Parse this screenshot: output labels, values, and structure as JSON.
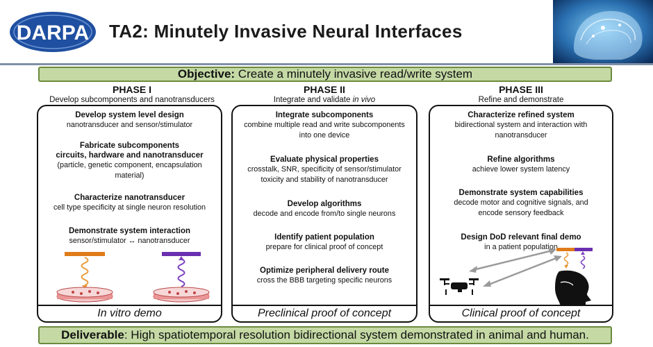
{
  "header": {
    "logo_text": "DARPA",
    "title": "TA2: Minutely Invasive Neural Interfaces"
  },
  "objective": {
    "label": "Objective:",
    "text": " Create a minutely invasive read/write system"
  },
  "phases": [
    {
      "title": "PHASE I",
      "subtitle": "Develop subcomponents and nanotransducers",
      "steps": [
        {
          "title": "Develop system level design",
          "desc": "nanotransducer and sensor/stimulator"
        },
        {
          "title": "Fabricate subcomponents",
          "title2": "circuits, hardware and nanotransducer",
          "desc": "(particle, genetic component, encapsulation",
          "desc2": "material)"
        },
        {
          "title": "Characterize nanotransducer",
          "desc": "cell type specificity at single neuron resolution"
        },
        {
          "title": "Demonstrate system interaction",
          "desc": "sensor/stimulator ↔ nanotransducer"
        }
      ],
      "footer": "In vitro demo"
    },
    {
      "title": "PHASE II",
      "subtitle_plain": "Integrate and validate ",
      "subtitle_italic": "in vivo",
      "steps": [
        {
          "title": "Integrate subcomponents",
          "desc": "combine multiple read and write subcomponents",
          "desc2": "into one device"
        },
        {
          "title": "Evaluate physical properties",
          "desc": "crosstalk, SNR, specificity of sensor/stimulator",
          "desc2": "toxicity and stability of nanotransducer"
        },
        {
          "title": "Develop algorithms",
          "desc": "decode and encode from/to single neurons"
        },
        {
          "title": "Identify patient population",
          "desc": "prepare for clinical proof of concept"
        },
        {
          "title": "Optimize peripheral delivery route",
          "desc": "cross the BBB targeting specific neurons"
        }
      ],
      "footer": "Preclinical proof of concept"
    },
    {
      "title": "PHASE III",
      "subtitle": "Refine and demonstrate",
      "steps": [
        {
          "title": "Characterize refined system",
          "desc": "bidirectional system and interaction with",
          "desc2": "nanotransducer"
        },
        {
          "title": "Refine algorithms",
          "desc": "achieve lower system latency"
        },
        {
          "title": "Demonstrate system capabilities",
          "desc": "decode motor and cognitive signals, and",
          "desc2": "encode sensory feedback"
        },
        {
          "title": "Design DoD relevant final demo",
          "desc": "in a patient population"
        }
      ],
      "footer": "Clinical proof of concept"
    }
  ],
  "deliverable": {
    "label": "Deliverable",
    "text": ": High spatiotemporal resolution bidirectional system demonstrated in animal and human."
  },
  "colors": {
    "banner_fill": "#c4d9a4",
    "banner_border": "#6b8a3c",
    "write_orange": "#e07b1a",
    "read_purple": "#6a2fb0",
    "dish_red": "#d9605f",
    "header_rule": "#7f8fa8"
  },
  "icons": [
    "darpa-logo",
    "brain-image",
    "orange-wave-icon",
    "purple-wave-icon",
    "petri-dish-icon",
    "drone-icon",
    "head-silhouette-icon",
    "double-arrow-icon"
  ]
}
